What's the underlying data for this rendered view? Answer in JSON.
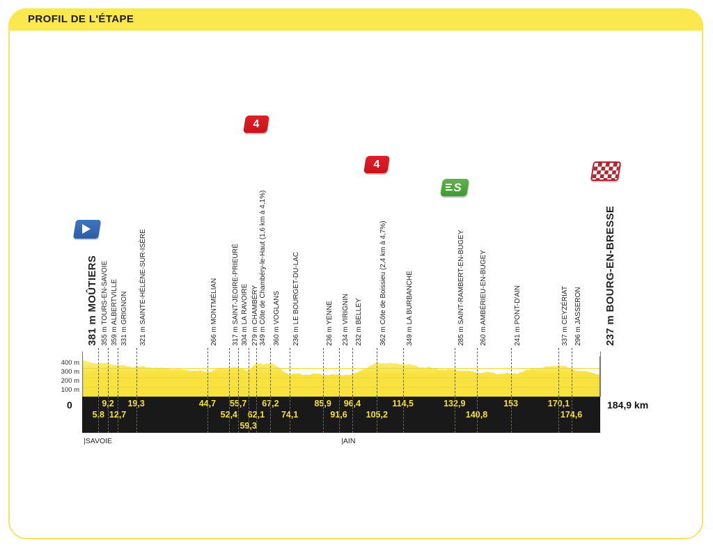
{
  "header": {
    "title": "PROFIL DE L'ÉTAPE"
  },
  "icons": {
    "start": "start-flag-icon",
    "finish": "checkered-flag-icon",
    "climb": "climb-category-badge-icon",
    "sprint": "sprint-badge-icon"
  },
  "axis": {
    "elevation_ticks": [
      "400 m",
      "300 m",
      "200 m",
      "100 m"
    ],
    "zero_label": "0",
    "total_label": "184,9 km",
    "unit": "km"
  },
  "departments": [
    {
      "name": "SAVOIE",
      "km": 0.0
    },
    {
      "name": "AIN",
      "km": 92.0
    }
  ],
  "distance_rows": {
    "row0": [
      {
        "value": "9,2",
        "km": 9.2
      },
      {
        "value": "19,3",
        "km": 19.3
      },
      {
        "value": "44,7",
        "km": 44.7
      },
      {
        "value": "55,7",
        "km": 55.7
      },
      {
        "value": "67,2",
        "km": 67.2
      },
      {
        "value": "85,9",
        "km": 85.9
      },
      {
        "value": "96,4",
        "km": 96.4
      },
      {
        "value": "114,5",
        "km": 114.5
      },
      {
        "value": "132,9",
        "km": 132.9
      },
      {
        "value": "153",
        "km": 153.0
      },
      {
        "value": "170,1",
        "km": 170.1
      }
    ],
    "row1": [
      {
        "value": "5,8",
        "km": 5.8
      },
      {
        "value": "12,7",
        "km": 12.7
      },
      {
        "value": "52,4",
        "km": 52.4
      },
      {
        "value": "62,1",
        "km": 62.1
      },
      {
        "value": "74,1",
        "km": 74.1
      },
      {
        "value": "91,6",
        "km": 91.6
      },
      {
        "value": "105,2",
        "km": 105.2
      },
      {
        "value": "140,8",
        "km": 140.8
      },
      {
        "value": "174,6",
        "km": 174.6
      }
    ],
    "row2": [
      {
        "value": "59,3",
        "km": 59.3
      }
    ]
  },
  "chart_data": {
    "type": "area",
    "title": "PROFIL DE L'ÉTAPE",
    "xlabel": "km",
    "ylabel": "m",
    "xlim": [
      0,
      184.9
    ],
    "ylim": [
      0,
      430
    ],
    "grid": true,
    "yticks": [
      100,
      200,
      300,
      400
    ],
    "legend": "none",
    "x": [
      0,
      5.8,
      9.2,
      12.7,
      19.3,
      30,
      44.7,
      52.4,
      55.7,
      59.3,
      62.1,
      67.2,
      74.1,
      80,
      85.9,
      91.6,
      96.4,
      105.2,
      114.5,
      125,
      132.9,
      140.8,
      153,
      162,
      170.1,
      174.6,
      184.9
    ],
    "y": [
      381,
      355,
      359,
      331,
      321,
      300,
      266,
      317,
      304,
      279,
      349,
      360,
      236,
      240,
      236,
      234,
      232,
      362,
      349,
      300,
      285,
      260,
      241,
      300,
      337,
      296,
      237
    ],
    "points": [
      {
        "km": 0.0,
        "alt": 381,
        "name": "MOÛTIERS",
        "label": "381 m MOÛTIERS",
        "style": "start"
      },
      {
        "km": 5.8,
        "alt": 355,
        "name": "TOURS-EN-SAVOIE",
        "label": "355 m TOURS-EN-SAVOIE",
        "style": "normal"
      },
      {
        "km": 9.2,
        "alt": 359,
        "name": "ALBERTVILLE",
        "label": "359 m ALBERTVILLE",
        "style": "normal"
      },
      {
        "km": 12.7,
        "alt": 331,
        "name": "GRIGNON",
        "label": "331 m GRIGNON",
        "style": "normal"
      },
      {
        "km": 19.3,
        "alt": 321,
        "name": "SAINTE-HÉLÈNE-SUR-ISÈRE",
        "label": "321 m SAINTE-HÉLÈNE-SUR-ISÈRE",
        "style": "normal"
      },
      {
        "km": 44.7,
        "alt": 266,
        "name": "MONTMÉLIAN",
        "label": "266 m MONTMÉLIAN",
        "style": "normal"
      },
      {
        "km": 52.4,
        "alt": 317,
        "name": "SAINT-JEOIRE-PRIEURÉ",
        "label": "317 m SAINT-JEOIRE-PRIEURÉ",
        "style": "normal"
      },
      {
        "km": 55.7,
        "alt": 304,
        "name": "LA RAVOIRE",
        "label": "304 m LA RAVOIRE",
        "style": "normal"
      },
      {
        "km": 59.3,
        "alt": 279,
        "name": "CHAMBÉRY",
        "label": "279 m CHAMBÉRY",
        "style": "normal"
      },
      {
        "km": 62.1,
        "alt": 349,
        "name": "Côte de Chambéry-le-Haut",
        "label": "349 m Côte de Chambéry-le-Haut (1,6 km à 4,1%)",
        "style": "climb",
        "category": "4",
        "climb_length_km": 1.6,
        "climb_gradient_pct": 4.1
      },
      {
        "km": 67.2,
        "alt": 360,
        "name": "VOGLANS",
        "label": "360 m VOGLANS",
        "style": "normal"
      },
      {
        "km": 74.1,
        "alt": 236,
        "name": "LE BOURGET-DU-LAC",
        "label": "236 m LE BOURGET-DU-LAC",
        "style": "normal"
      },
      {
        "km": 85.9,
        "alt": 236,
        "name": "YENNE",
        "label": "236 m YENNE",
        "style": "normal"
      },
      {
        "km": 91.6,
        "alt": 234,
        "name": "VIRIGNIN",
        "label": "234 m VIRIGNIN",
        "style": "normal"
      },
      {
        "km": 96.4,
        "alt": 232,
        "name": "BELLEY",
        "label": "232 m BELLEY",
        "style": "normal"
      },
      {
        "km": 105.2,
        "alt": 362,
        "name": "Côte de Boissieu",
        "label": "362 m Côte de Boissieu (2,4 km à 4,7%)",
        "style": "climb",
        "category": "4",
        "climb_length_km": 2.4,
        "climb_gradient_pct": 4.7
      },
      {
        "km": 114.5,
        "alt": 349,
        "name": "LA BURBANCHE",
        "label": "349 m LA BURBANCHE",
        "style": "normal"
      },
      {
        "km": 132.9,
        "alt": 285,
        "name": "SAINT-RAMBERT-EN-BUGEY",
        "label": "285 m SAINT-RAMBERT-EN-BUGEY",
        "style": "sprint"
      },
      {
        "km": 140.8,
        "alt": 260,
        "name": "AMBÉRIEU-EN-BUGEY",
        "label": "260 m AMBÉRIEU-EN-BUGEY",
        "style": "normal"
      },
      {
        "km": 153.0,
        "alt": 241,
        "name": "PONT-D'AIN",
        "label": "241 m PONT-D'AIN",
        "style": "normal"
      },
      {
        "km": 170.1,
        "alt": 337,
        "name": "CEYZÉRIAT",
        "label": "337 m CEYZÉRIAT",
        "style": "normal"
      },
      {
        "km": 174.6,
        "alt": 296,
        "name": "JASSERON",
        "label": "296 m JASSERON",
        "style": "normal"
      },
      {
        "km": 184.9,
        "alt": 237,
        "name": "BOURG-EN-BRESSE",
        "label": "237 m BOURG-EN-BRESSE",
        "style": "finish"
      }
    ],
    "badges": [
      {
        "type": "climb",
        "category": "4",
        "km": 62.1,
        "label": "4"
      },
      {
        "type": "climb",
        "category": "4",
        "km": 105.2,
        "label": "4"
      },
      {
        "type": "sprint",
        "km": 132.9,
        "label": "S"
      }
    ]
  },
  "colors": {
    "brand_yellow": "#fbe84f",
    "profile_yellow": "#f7e23f",
    "profile_yellow_light": "#fbef7e",
    "bar_black": "#191919",
    "climb_red": "#d3161f",
    "sprint_green": "#4ea33a",
    "start_blue": "#2d5ea6",
    "finish_red": "#b1232c"
  }
}
